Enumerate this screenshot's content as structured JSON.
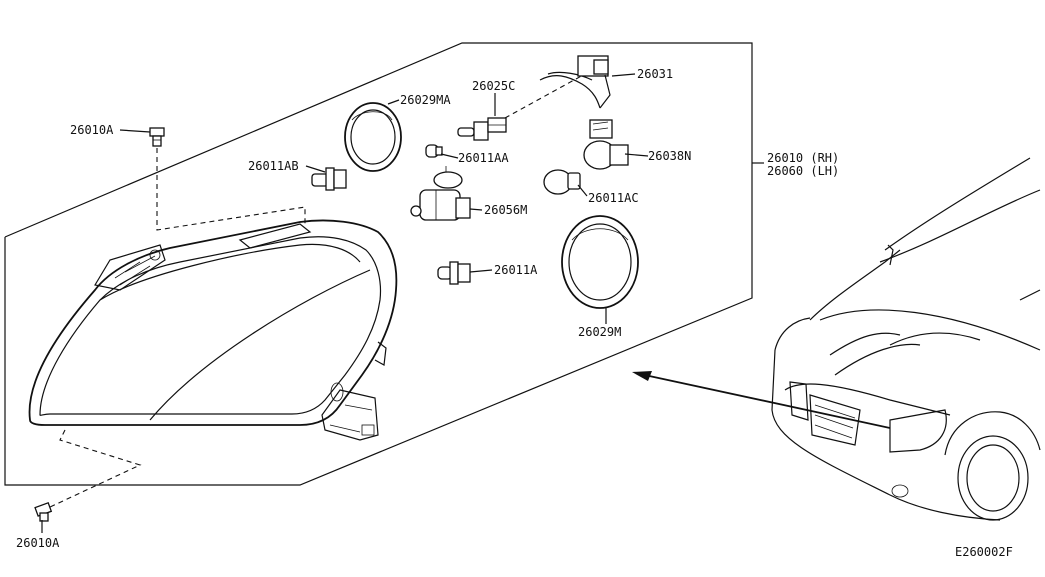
{
  "labels": {
    "bolt_top": "26010A",
    "bolt_bottom": "26010A",
    "bulb_ab": "26011AB",
    "ring_ma": "26029MA",
    "bulb_025c": "26025C",
    "bulb_aa": "26011AA",
    "harness": "26031",
    "socket": "26038N",
    "bulb_ac": "26011AC",
    "actuator": "26056M",
    "bulb_a": "26011A",
    "ring_m": "26029M",
    "assembly_rh": "26010 (RH)",
    "assembly_lh": "26060 (LH)",
    "diagram_code": "E260002F"
  },
  "colors": {
    "line": "#111111",
    "background": "#ffffff"
  }
}
